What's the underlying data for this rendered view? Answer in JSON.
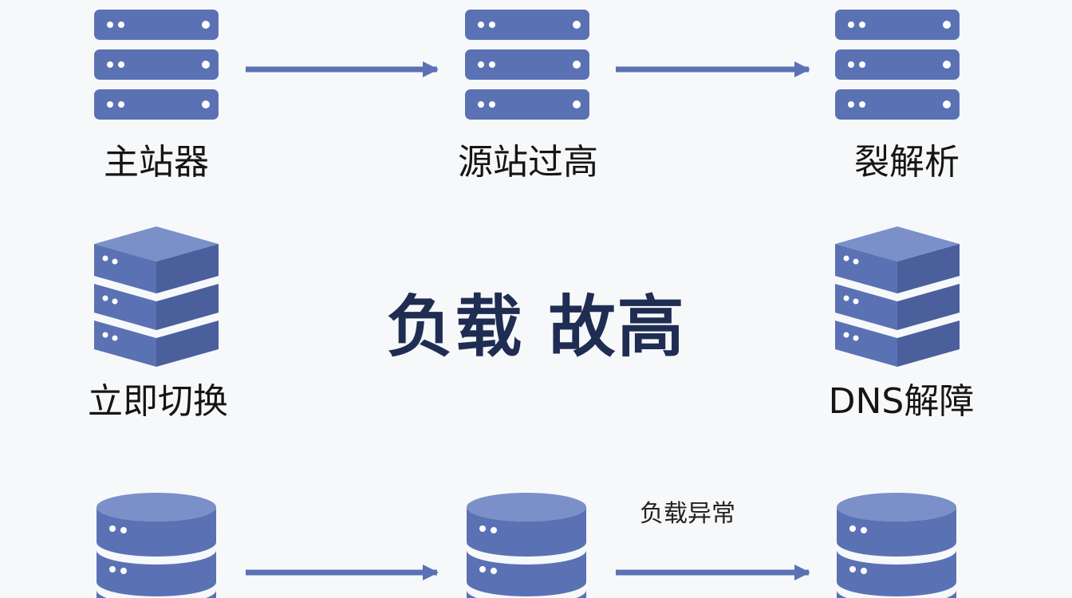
{
  "title": "负载 故高",
  "nodes": [
    {
      "id": "main-server",
      "label": "主站器",
      "icon": "server-rack-icon"
    },
    {
      "id": "origin-server",
      "label": "源站过高",
      "icon": "server-rack-icon"
    },
    {
      "id": "split-resolve",
      "label": "裂解析",
      "icon": "server-rack-icon"
    },
    {
      "id": "switch",
      "label": "立即切换",
      "icon": "server-stack-icon"
    },
    {
      "id": "dns",
      "label": "DNS解障",
      "icon": "server-stack-icon"
    },
    {
      "id": "db-left",
      "label": "",
      "icon": "database-icon"
    },
    {
      "id": "db-middle",
      "label": "",
      "icon": "database-icon"
    },
    {
      "id": "db-right",
      "label": "",
      "icon": "database-icon"
    }
  ],
  "edges": [
    {
      "from": "main-server",
      "to": "origin-server",
      "label": ""
    },
    {
      "from": "origin-server",
      "to": "split-resolve",
      "label": ""
    },
    {
      "from": "db-left",
      "to": "db-middle",
      "label": ""
    },
    {
      "from": "db-middle",
      "to": "db-right",
      "label": "负载异常"
    }
  ],
  "colors": {
    "icon_fill": "#5a72b4",
    "icon_dark": "#4a5f9c",
    "icon_light": "#7b90c9",
    "arrow": "#5a72b4",
    "title": "#1f2d52"
  }
}
